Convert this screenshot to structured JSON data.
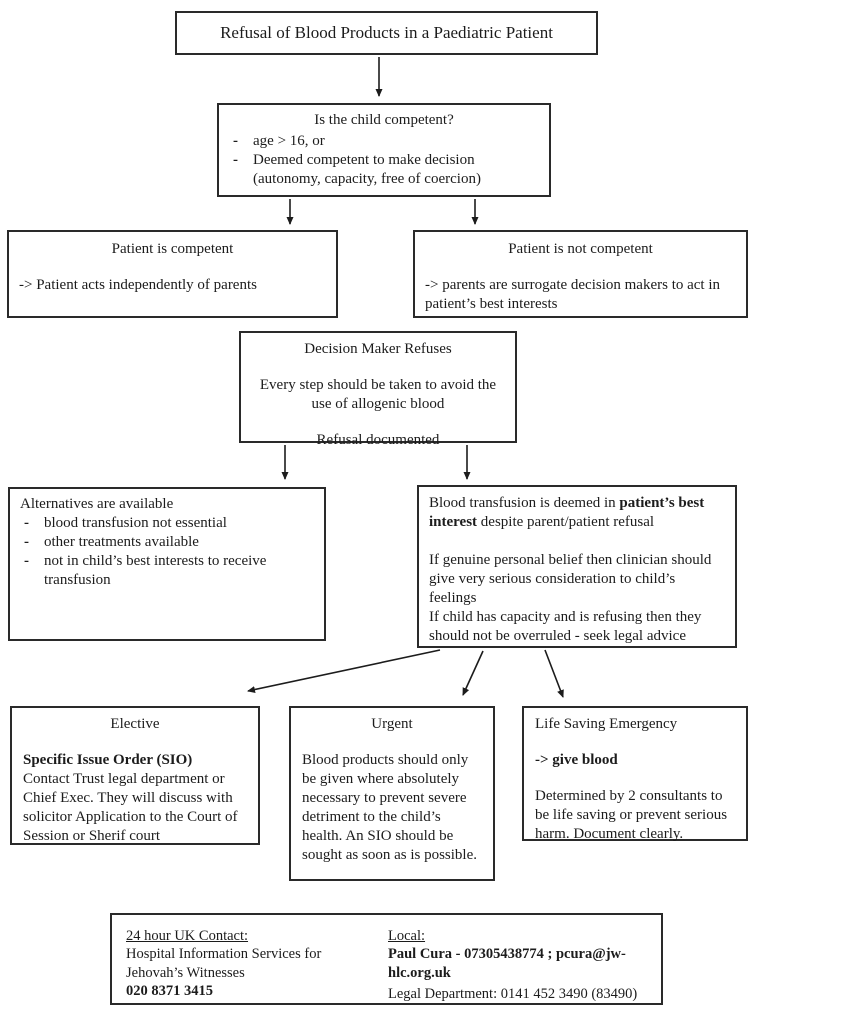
{
  "glyphs": {
    "dash": "-"
  },
  "title": "Refusal of Blood Products in a Paediatric Patient",
  "question": {
    "heading": "Is the child competent?",
    "bullets": [
      "age > 16, or",
      "Deemed competent to make decision (autonomy, capacity, free of coercion)"
    ]
  },
  "competent": {
    "heading": "Patient is competent",
    "body": "-> Patient acts independently of parents"
  },
  "not_competent": {
    "heading": "Patient is not competent",
    "body": "-> parents are surrogate decision makers to act in patient’s best interests"
  },
  "refuses": {
    "heading": "Decision Maker Refuses",
    "para1": "Every step should be taken to avoid the use of allogenic blood",
    "para2": "Refusal documented"
  },
  "alternatives": {
    "heading": "Alternatives are available",
    "bullets": [
      "blood transfusion not essential",
      "other treatments available",
      "not in child’s best interests to receive transfusion"
    ]
  },
  "best_interest": {
    "lead": "Blood transfusion is deemed in ",
    "bold": "patient’s best interest",
    "tail": " despite parent/patient refusal",
    "para2": "If genuine personal belief then clinician should give very serious consideration to child’s feelings",
    "para3": "If child has capacity and is refusing then they should not be overruled - seek legal advice"
  },
  "elective": {
    "heading": "Elective",
    "bold": "Specific Issue Order (SIO)",
    "body": "Contact Trust legal department or Chief Exec. They will discuss with solicitor Application to the Court of Session or Sherif court"
  },
  "urgent": {
    "heading": "Urgent",
    "body": "Blood products should only be given where absolutely necessary to prevent severe detriment to the child’s health. An SIO should be sought as soon as is possible."
  },
  "emergency": {
    "heading": "Life Saving Emergency",
    "bold": "-> give blood",
    "body": "Determined by 2 consultants to be life saving or prevent serious harm. Document clearly."
  },
  "contact": {
    "uk_label": "24 hour UK Contact:",
    "uk_org": "Hospital Information Services for Jehovah’s Witnesses",
    "uk_phone": "020 8371 3415",
    "local_label": "Local:",
    "local_contact": "Paul Cura - 07305438774 ; pcura@jw-hlc.org.uk",
    "local_legal": "Legal Department: 0141 452 3490 (83490)"
  }
}
